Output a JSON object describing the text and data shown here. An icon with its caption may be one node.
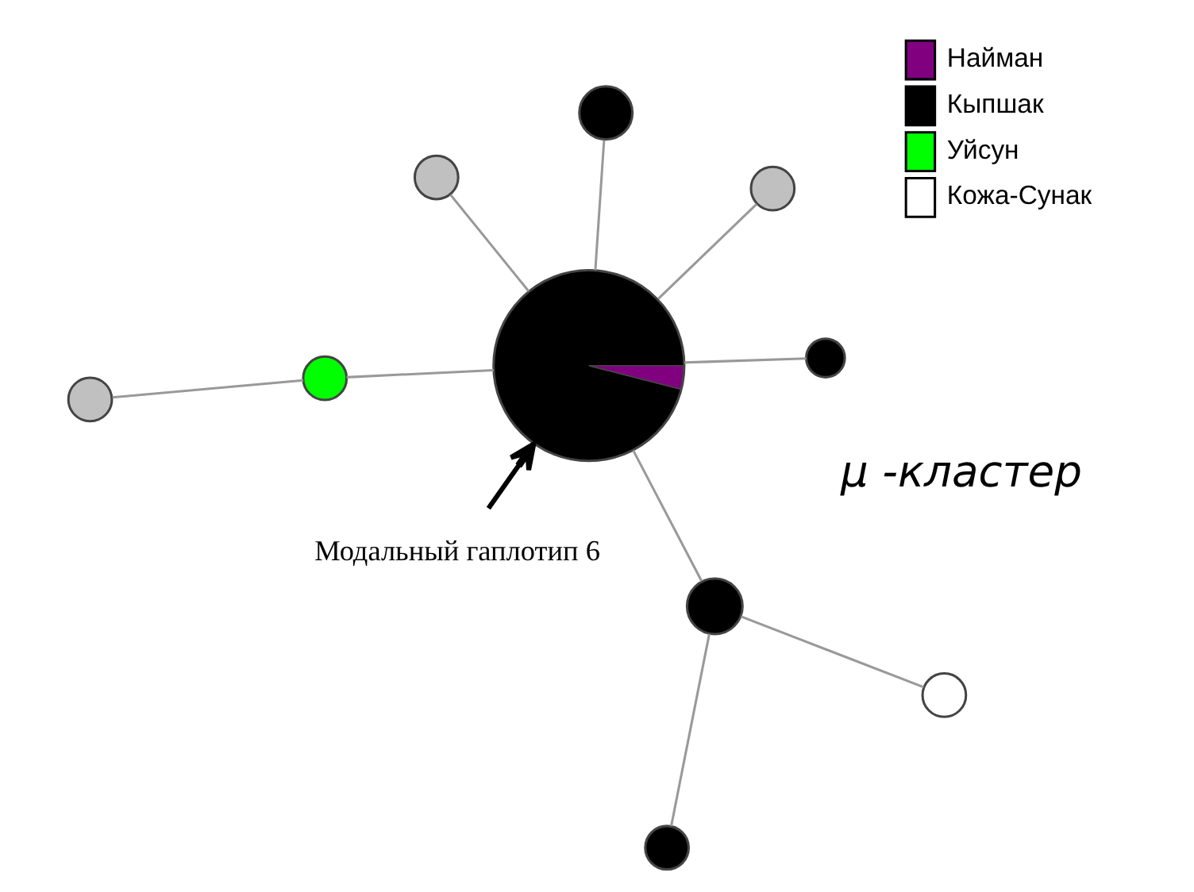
{
  "diagram": {
    "nodes": [
      {
        "text": [],
        "shape": "circle"
      },
      {
        "text": [],
        "shape": "circle"
      },
      {
        "text": [],
        "shape": "circle"
      },
      {
        "text": [],
        "shape": "circle"
      },
      {
        "text": [],
        "shape": "circle"
      },
      {
        "text": [],
        "shape": "circle"
      },
      {
        "text": [
          "Модальный гаплотип 6"
        ]
      },
      {
        "text": [],
        "shape": "circle"
      },
      {
        "text": [],
        "shape": "circle"
      },
      {
        "text": [],
        "shape": "circle"
      },
      {
        "text": [],
        "shape": "circle"
      }
    ],
    "edges": [
      {
        "from": 5,
        "to": 0,
        "arrow": "none"
      },
      {
        "from": 5,
        "to": 1,
        "arrow": "none"
      },
      {
        "from": 3,
        "to": 2,
        "arrow": "none"
      },
      {
        "from": 5,
        "to": 3,
        "arrow": "none"
      },
      {
        "from": 5,
        "to": 4,
        "arrow": "none"
      },
      {
        "from": 6,
        "to": 5,
        "arrow": "to",
        "style": "thick",
        "color": "#000000"
      },
      {
        "from": 5,
        "to": 7,
        "arrow": "none"
      },
      {
        "from": 5,
        "to": 8,
        "arrow": "none"
      },
      {
        "from": 8,
        "to": 9,
        "arrow": "none"
      },
      {
        "from": 8,
        "to": 10,
        "arrow": "none"
      }
    ],
    "labels": [
      "μ -кластер"
    ],
    "legend": [
      {
        "text": "Найман",
        "color": "#800080"
      },
      {
        "text": "Кыпшак",
        "color": "#000000"
      },
      {
        "text": "Уйсун",
        "color": "#00ff00"
      },
      {
        "text": "Кожа-Сунак",
        "color": "#ffffff"
      }
    ]
  }
}
